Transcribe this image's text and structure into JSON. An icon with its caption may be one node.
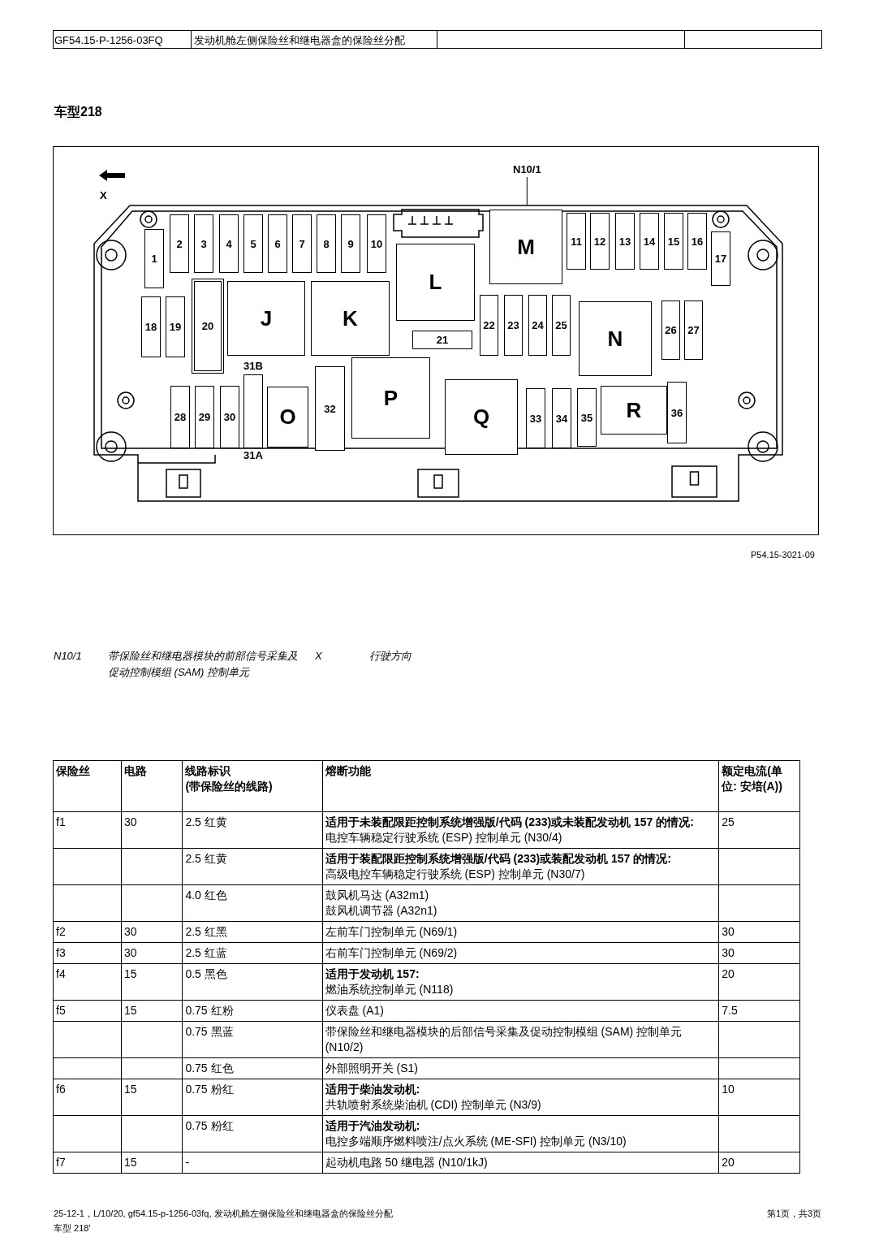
{
  "diagram": {
    "title": "车型218",
    "nodes": [
      {
        "text": [
          "N10/1"
        ]
      },
      {
        "text": [],
        "shape": "box"
      },
      {
        "text": [
          "1"
        ],
        "in": 1
      },
      {
        "text": [
          "2"
        ],
        "in": 1
      },
      {
        "text": [
          "3"
        ],
        "in": 1
      },
      {
        "text": [
          "4"
        ],
        "in": 1
      },
      {
        "text": [
          "5"
        ],
        "in": 1
      },
      {
        "text": [
          "6"
        ],
        "in": 1
      },
      {
        "text": [
          "7"
        ],
        "in": 1
      },
      {
        "text": [
          "8"
        ],
        "in": 1
      },
      {
        "text": [
          "9"
        ],
        "in": 1
      },
      {
        "text": [
          "10"
        ],
        "in": 1
      },
      {
        "text": [
          "M"
        ],
        "in": 1
      },
      {
        "text": [
          "11"
        ],
        "in": 1
      },
      {
        "text": [
          "12"
        ],
        "in": 1
      },
      {
        "text": [
          "13"
        ],
        "in": 1
      },
      {
        "text": [
          "14"
        ],
        "in": 1
      },
      {
        "text": [
          "15"
        ],
        "in": 1
      },
      {
        "text": [
          "16"
        ],
        "in": 1
      },
      {
        "text": [
          "17"
        ],
        "in": 1
      },
      {
        "text": [
          "L"
        ],
        "in": 1
      },
      {
        "text": [
          "J"
        ],
        "in": 1
      },
      {
        "text": [
          "K"
        ],
        "in": 1
      },
      {
        "text": [
          "18"
        ],
        "in": 1
      },
      {
        "text": [
          "19"
        ],
        "in": 1
      },
      {
        "text": [
          "20"
        ],
        "in": 1
      },
      {
        "text": [
          "21"
        ],
        "in": 1
      },
      {
        "text": [
          "22"
        ],
        "in": 1
      },
      {
        "text": [
          "23"
        ],
        "in": 1
      },
      {
        "text": [
          "24"
        ],
        "in": 1
      },
      {
        "text": [
          "25"
        ],
        "in": 1
      },
      {
        "text": [
          "N"
        ],
        "in": 1
      },
      {
        "text": [
          "26"
        ],
        "in": 1
      },
      {
        "text": [
          "27"
        ],
        "in": 1
      },
      {
        "text": [
          "28"
        ],
        "in": 1
      },
      {
        "text": [
          "29"
        ],
        "in": 1
      },
      {
        "text": [
          "30"
        ],
        "in": 1
      },
      {
        "text": [],
        "shape": "box",
        "in": 1,
        "beside": [
          "31B",
          "31A"
        ]
      },
      {
        "text": [
          "O"
        ],
        "in": 1
      },
      {
        "text": [
          "32"
        ],
        "in": 1
      },
      {
        "text": [
          "P"
        ],
        "in": 1
      },
      {
        "text": [
          "Q"
        ],
        "in": 1
      },
      {
        "text": [
          "33"
        ],
        "in": 1
      },
      {
        "text": [
          "34"
        ],
        "in": 1
      },
      {
        "text": [
          "35"
        ],
        "in": 1
      },
      {
        "text": [
          "R"
        ],
        "in": 1
      },
      {
        "text": [
          "36"
        ],
        "in": 1
      }
    ],
    "edges": [
      {
        "from": 0,
        "to": 1,
        "arrow": "none"
      }
    ],
    "labels": [
      "GF54.15-P-1256-03FQ",
      "发动机舱左侧保险丝和继电器盒的保险丝分配",
      "X",
      "P54.15-3021-09",
      "N10/1",
      "带保险丝和继电器模块的前部信号采集及促动控制模组 (SAM) 控制单元",
      "X",
      "行驶方向",
      "保险丝",
      "电路",
      "线路标识",
      "(带保险丝的线路)",
      "熔断功能",
      "额定电流(单位: 安培(A))",
      "f1",
      "30",
      "2.5 红黄",
      "适用于未装配限距控制系统增强版/代码 (233)或未装配发动机 157 的情况:",
      "电控车辆稳定行驶系统 (ESP) 控制单元 (N30/4)",
      "25",
      "2.5 红黄",
      "适用于装配限距控制系统增强版/代码 (233)或装配发动机 157 的情况:",
      "高级电控车辆稳定行驶系统 (ESP) 控制单元 (N30/7)",
      "4.0 红色",
      "鼓风机马达 (A32m1)",
      "鼓风机调节器 (A32n1)",
      "f2",
      "30",
      "2.5 红黑",
      "左前车门控制单元 (N69/1)",
      "30",
      "f3",
      "30",
      "2.5 红蓝",
      "右前车门控制单元 (N69/2)",
      "30",
      "f4",
      "15",
      "0.5 黑色",
      "适用于发动机 157:",
      "燃油系统控制单元 (N118)",
      "20",
      "f5",
      "15",
      "0.75 红粉",
      "仪表盘 (A1)",
      "7.5",
      "0.75 黑蓝",
      "带保险丝和继电器模块的后部信号采集及促动控制模组 (SAM) 控制单元 (N10/2)",
      "0.75 红色",
      "外部照明开关 (S1)",
      "f6",
      "15",
      "0.75 粉红",
      "适用于柴油发动机:",
      "共轨喷射系统柴油机 (CDI) 控制单元 (N3/9)",
      "10",
      "0.75 粉红",
      "适用于汽油发动机:",
      "电控多端顺序燃料喷注/点火系统 (ME-SFI) 控制单元 (N3/10)",
      "f7",
      "15",
      "-",
      "起动机电路 50 继电器 (N10/1kJ)",
      "20",
      "25-12-1，L/10/20, gf54.15-p-1256-03fq, 发动机舱左侧保险丝和继电器盒的保险丝分配",
      "第1页，共3页",
      "车型 218'"
    ]
  }
}
